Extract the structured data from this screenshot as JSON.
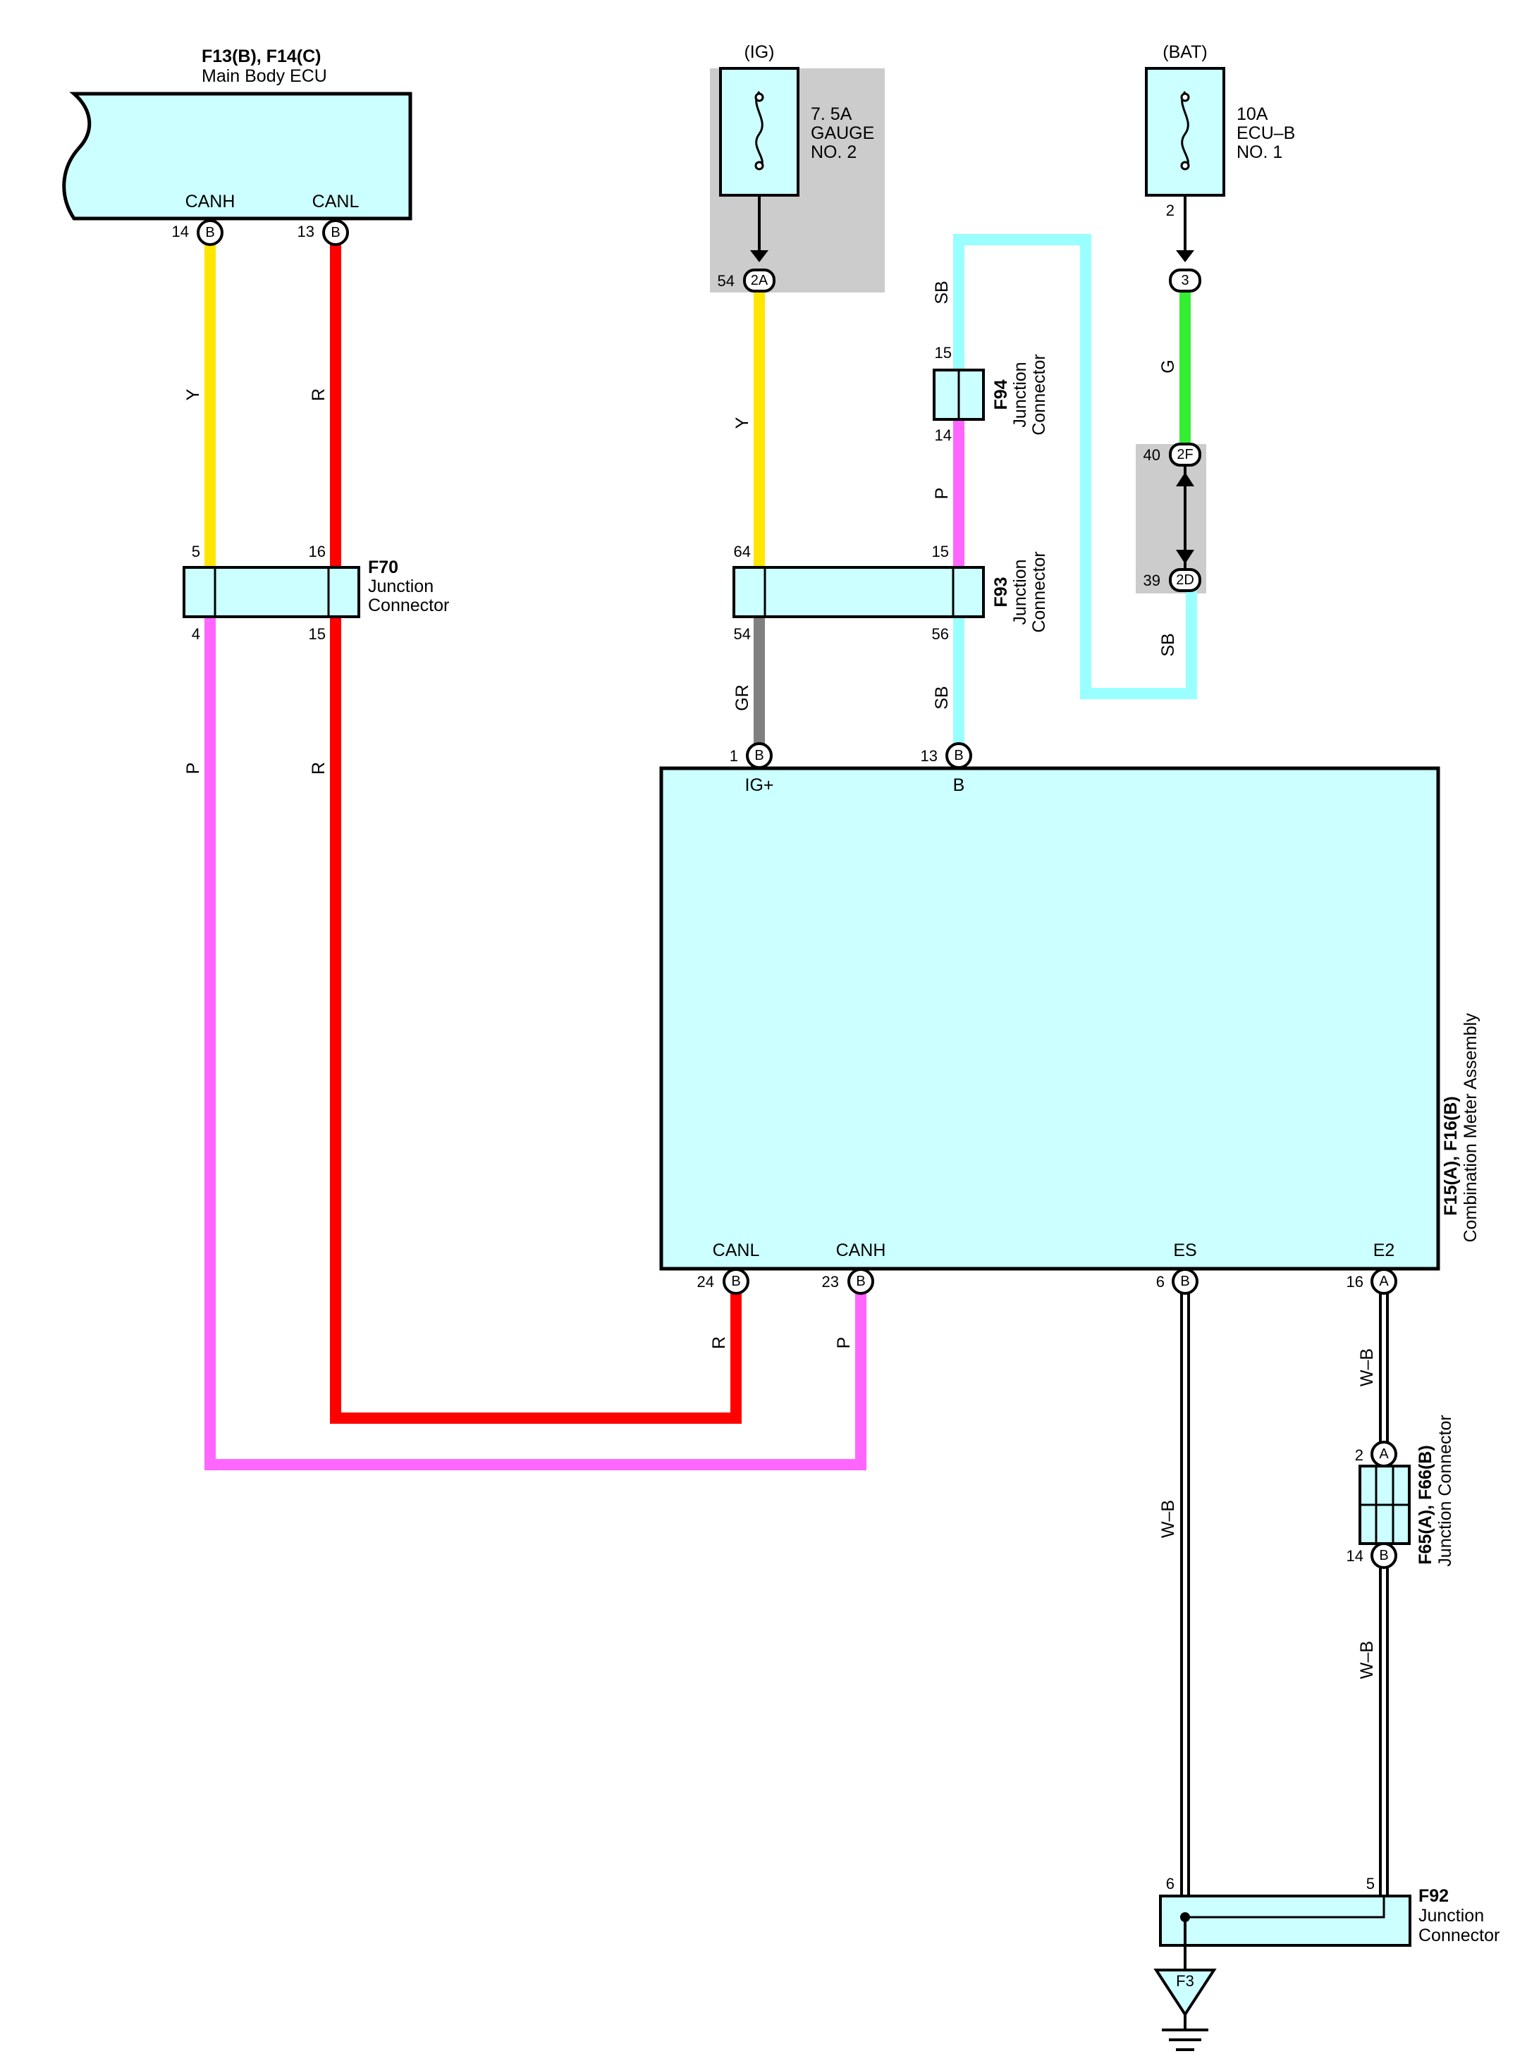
{
  "components": {
    "main_body_ecu": {
      "id": "F13(B), F14(C)",
      "name": "Main Body ECU"
    },
    "combination_meter": {
      "id": "F15(A), F16(B)",
      "name": "Combination Meter Assembly"
    },
    "f70": {
      "id": "F70",
      "line1": "Junction",
      "line2": "Connector"
    },
    "f93": {
      "id": "F93",
      "line1": "Junction",
      "line2": "Connector"
    },
    "f94": {
      "id": "F94",
      "line1": "Junction",
      "line2": "Connector"
    },
    "f65": {
      "id": "F65(A), F66(B)",
      "name": "Junction Connector"
    },
    "f92": {
      "id": "F92",
      "line1": "Junction",
      "line2": "Connector"
    },
    "ground": "F3"
  },
  "power": {
    "ig": {
      "label": "(IG)",
      "line1": "7. 5A",
      "line2": "GAUGE",
      "line3": "NO. 2"
    },
    "bat": {
      "label": "(BAT)",
      "line1": "10A",
      "line2": "ECU–B",
      "line3": "NO. 1"
    }
  },
  "pins": {
    "ecu_canh": "CANH",
    "ecu_canl": "CANL",
    "ecu_canh_num": "14",
    "ecu_canl_num": "13",
    "meter_igp": "IG+",
    "meter_b": "B",
    "meter_igp_num": "1",
    "meter_b_num": "13",
    "meter_canl": "CANL",
    "meter_canh": "CANH",
    "meter_es": "ES",
    "meter_e2": "E2",
    "meter_canl_num": "24",
    "meter_canh_num": "23",
    "meter_es_num": "6",
    "meter_e2_num": "16",
    "f70_5": "5",
    "f70_16": "16",
    "f70_4": "4",
    "f70_15": "15",
    "f93_64": "64",
    "f93_15": "15",
    "f93_54": "54",
    "f93_56": "56",
    "f94_15": "15",
    "f94_14": "14",
    "ig_2a_num": "54",
    "bat_fuse_num": "2",
    "j2f_num": "40",
    "j2d_num": "39",
    "f65_2": "2",
    "f65_14": "14",
    "f92_6": "6",
    "f92_5": "5"
  },
  "terminals": {
    "b": "B",
    "a": "A",
    "t2a": "2A",
    "t3": "3",
    "t2f": "2F",
    "t2d": "2D"
  },
  "wires": {
    "y": "Y",
    "r": "R",
    "p": "P",
    "gr": "GR",
    "sb": "SB",
    "g": "G",
    "wb": "W–B"
  },
  "colors": {
    "body_fill": "#ccffff",
    "yellow": "#ffe600",
    "red": "#ff0000",
    "pink": "#ff66ff",
    "gray_wire": "#808080",
    "sky_blue": "#99ffff",
    "green": "#33ee33",
    "shade": "#cccccc"
  }
}
